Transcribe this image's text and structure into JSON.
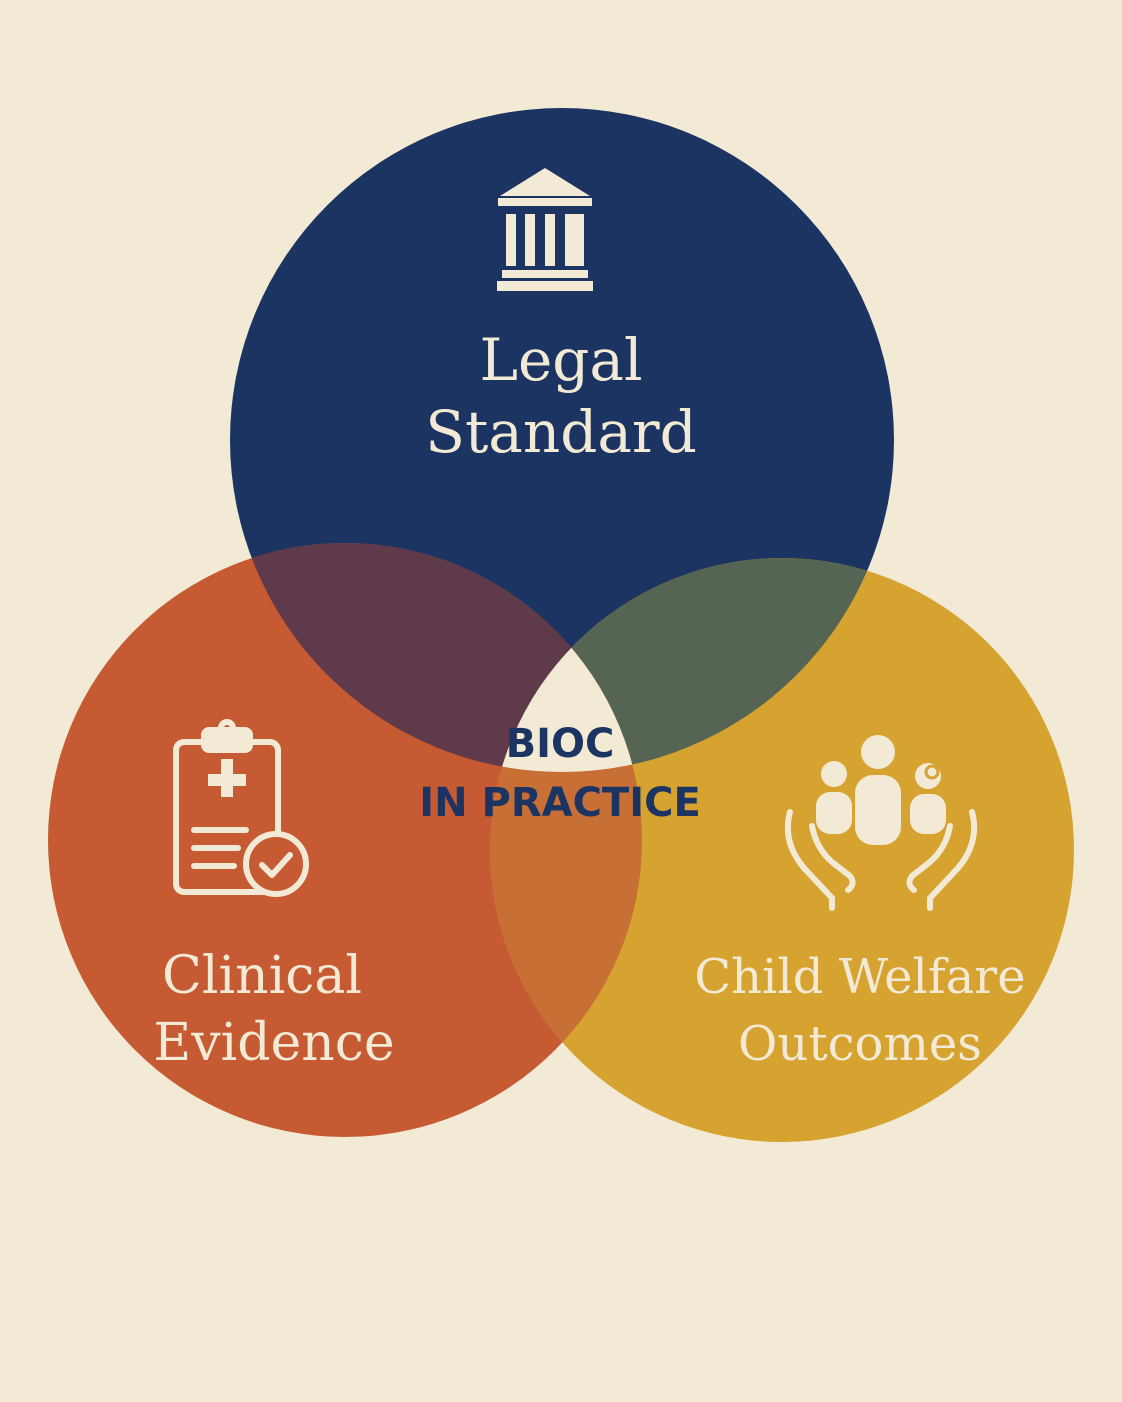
{
  "colors": {
    "background": "#f3ead6",
    "legal": "#1b3462",
    "clinical": "#c55a33",
    "welfare": "#d6a230",
    "legal_clinical": "#5e3a4a",
    "legal_welfare": "#566453",
    "clinical_welfare": "#c76f35",
    "center_fill": "#f3ead6",
    "center_text": "#1b3462",
    "label_text": "#f3ead6"
  },
  "circles": {
    "legal": {
      "line1": "Legal",
      "line2": "Standard",
      "icon": "courthouse-icon"
    },
    "clinical": {
      "line1": "Clinical",
      "line2": "Evidence",
      "icon": "medical-clipboard-icon"
    },
    "welfare": {
      "line1": "Child Welfare",
      "line2": "Outcomes",
      "icon": "family-in-hands-icon"
    }
  },
  "center": {
    "line1": "BIOC",
    "line2": "IN PRACTICE"
  }
}
